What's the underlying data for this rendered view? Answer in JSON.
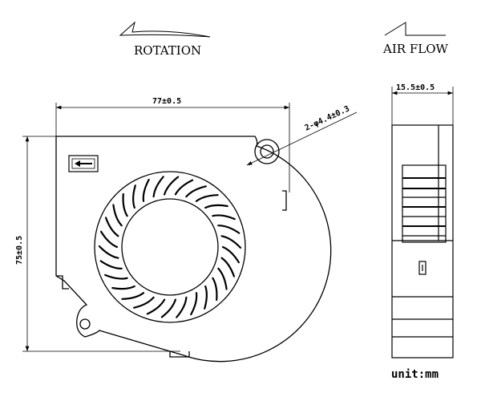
{
  "labels": {
    "rotation": "ROTATION",
    "air_flow": "AIR FLOW",
    "width_dim": "77±0.5",
    "height_dim": "75±0.5",
    "depth_dim": "15.5±0.5",
    "hole_dim": "2-φ4.4±0.3",
    "unit": "unit:mm"
  },
  "fan": {
    "blade_count": 30
  },
  "colors": {
    "ink": "#000000",
    "paper": "#ffffff"
  }
}
